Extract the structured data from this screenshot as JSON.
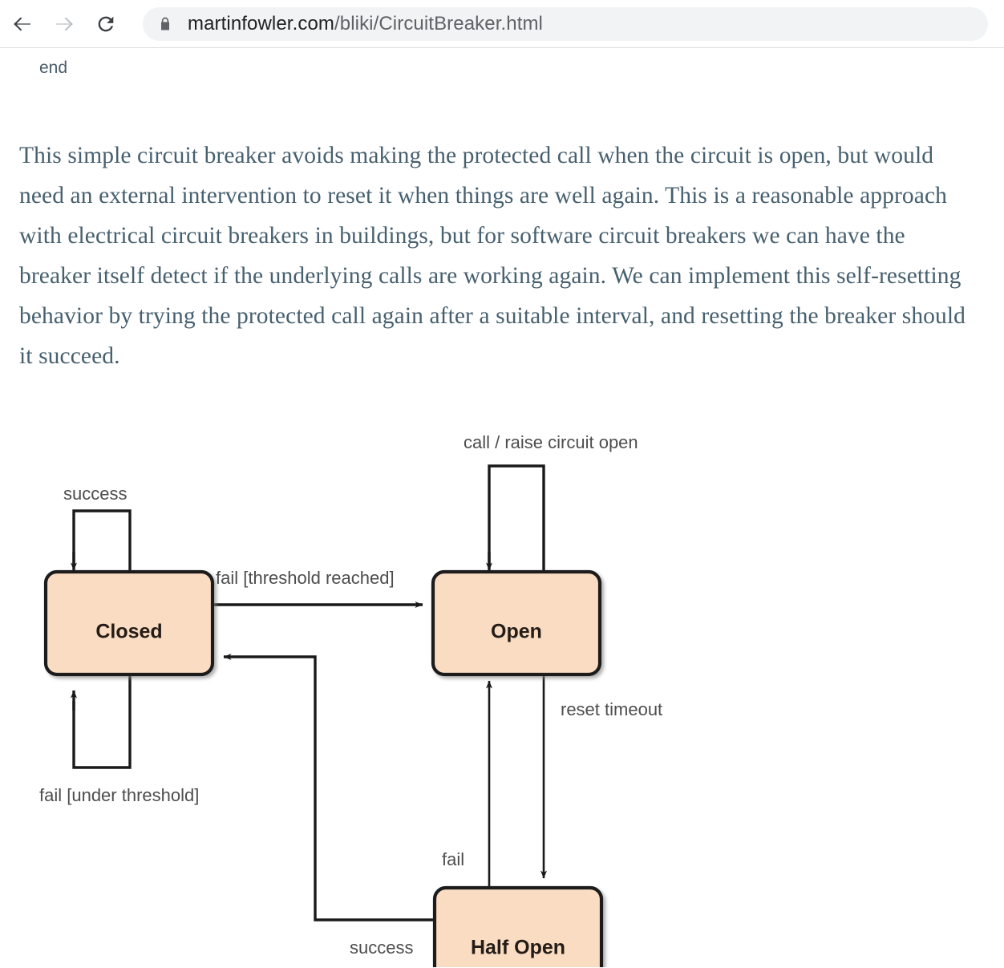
{
  "browser": {
    "back_icon": "arrow-left-icon",
    "forward_icon": "arrow-right-icon",
    "reload_icon": "reload-icon",
    "lock_icon": "lock-icon",
    "url_host": "martinfowler.com",
    "url_path": "/bliki/CircuitBreaker.html",
    "url_full": "martinfowler.com/bliki/CircuitBreaker.html"
  },
  "page": {
    "code_tail": "end",
    "paragraph": "This simple circuit breaker avoids making the protected call when the circuit is open, but would need an external intervention to reset it when things are well again. This is a reasonable approach with electrical circuit breakers in buildings, but for software circuit breakers we can have the breaker itself detect if the underlying calls are working again. We can implement this self-resetting behavior by trying the protected call again after a suitable interval, and resetting the breaker should it succeed."
  },
  "diagram": {
    "type": "state-machine",
    "node_fill": "#fadcc3",
    "node_stroke": "#1a1a1a",
    "edge_stroke": "#1a1a1a",
    "label_color": "#4d4d4d",
    "nodes": [
      {
        "id": "closed",
        "label": "Closed"
      },
      {
        "id": "open",
        "label": "Open"
      },
      {
        "id": "half_open",
        "label": "Half Open"
      }
    ],
    "edges": [
      {
        "id": "closed_self",
        "from": "closed",
        "to": "closed",
        "label": "success"
      },
      {
        "id": "closed_to_open",
        "from": "closed",
        "to": "open",
        "label": "fail [threshold reached]"
      },
      {
        "id": "closed_fail",
        "from": "closed",
        "to": "closed",
        "label": "fail [under threshold]"
      },
      {
        "id": "open_self",
        "from": "open",
        "to": "open",
        "label": "call / raise circuit open"
      },
      {
        "id": "open_to_half",
        "from": "open",
        "to": "half_open",
        "label": "reset timeout"
      },
      {
        "id": "half_to_open",
        "from": "half_open",
        "to": "open",
        "label": "fail"
      },
      {
        "id": "half_to_closed",
        "from": "half_open",
        "to": "closed",
        "label": "success"
      }
    ]
  }
}
